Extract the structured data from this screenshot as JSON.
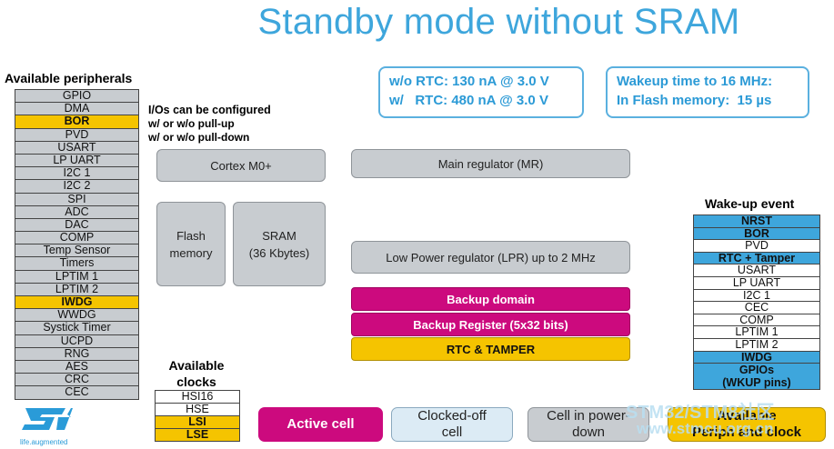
{
  "title": "Standby mode without SRAM",
  "peripherals": {
    "heading": "Available peripherals",
    "items": [
      {
        "label": "GPIO",
        "highlight": false
      },
      {
        "label": "DMA",
        "highlight": false
      },
      {
        "label": "BOR",
        "highlight": true
      },
      {
        "label": "PVD",
        "highlight": false
      },
      {
        "label": "USART",
        "highlight": false
      },
      {
        "label": "LP UART",
        "highlight": false
      },
      {
        "label": "I2C 1",
        "highlight": false
      },
      {
        "label": "I2C 2",
        "highlight": false
      },
      {
        "label": "SPI",
        "highlight": false
      },
      {
        "label": "ADC",
        "highlight": false
      },
      {
        "label": "DAC",
        "highlight": false
      },
      {
        "label": "COMP",
        "highlight": false
      },
      {
        "label": "Temp Sensor",
        "highlight": false
      },
      {
        "label": "Timers",
        "highlight": false
      },
      {
        "label": "LPTIM 1",
        "highlight": false
      },
      {
        "label": "LPTIM 2",
        "highlight": false
      },
      {
        "label": "IWDG",
        "highlight": true
      },
      {
        "label": "WWDG",
        "highlight": false
      },
      {
        "label": "Systick Timer",
        "highlight": false
      },
      {
        "label": "UCPD",
        "highlight": false
      },
      {
        "label": "RNG",
        "highlight": false
      },
      {
        "label": "AES",
        "highlight": false
      },
      {
        "label": "CRC",
        "highlight": false
      },
      {
        "label": "CEC",
        "highlight": false
      }
    ]
  },
  "io_note": {
    "line1": "I/Os can be configured",
    "line2": "w/ or w/o pull-up",
    "line3": "w/ or w/o pull-down"
  },
  "power_box": {
    "line1": "w/o RTC: 130 nA @ 3.0 V",
    "line2": "w/   RTC: 480 nA @ 3.0 V"
  },
  "wakeup_box": {
    "line1": "Wakeup time to 16 MHz:",
    "line2": "In Flash memory:  15 µs"
  },
  "blocks": {
    "cortex": "Cortex M0+",
    "flash_line1": "Flash",
    "flash_line2": "memory",
    "sram_line1": "SRAM",
    "sram_line2": "(36 Kbytes)",
    "main_reg": "Main regulator (MR)",
    "lpr": "Low Power regulator (LPR) up to 2 MHz",
    "backup_domain": "Backup domain",
    "backup_register": "Backup Register (5x32 bits)",
    "rtc_tamper": "RTC & TAMPER"
  },
  "wakeup_events": {
    "heading": "Wake-up event",
    "items": [
      {
        "label": "NRST",
        "style": "blue"
      },
      {
        "label": "BOR",
        "style": "blue"
      },
      {
        "label": "PVD",
        "style": "plain"
      },
      {
        "label": "RTC + Tamper",
        "style": "blue"
      },
      {
        "label": "USART",
        "style": "plain"
      },
      {
        "label": "LP UART",
        "style": "plain"
      },
      {
        "label": "I2C 1",
        "style": "plain"
      },
      {
        "label": "CEC",
        "style": "plain"
      },
      {
        "label": "COMP",
        "style": "plain"
      },
      {
        "label": "LPTIM 1",
        "style": "plain"
      },
      {
        "label": "LPTIM 2",
        "style": "plain"
      },
      {
        "label": "IWDG",
        "style": "blue"
      }
    ],
    "gpio_line1": "GPIOs",
    "gpio_line2": "(WKUP pins)"
  },
  "clocks": {
    "heading_line1": "Available",
    "heading_line2": "clocks",
    "items": [
      {
        "label": "HSI16",
        "highlight": false
      },
      {
        "label": "HSE",
        "highlight": false
      },
      {
        "label": "LSI",
        "highlight": true
      },
      {
        "label": "LSE",
        "highlight": true
      }
    ]
  },
  "legend": {
    "active": "Active cell",
    "clocked_off_line1": "Clocked-off",
    "clocked_off_line2": "cell",
    "power_down_line1": "Cell in power-",
    "power_down_line2": "down",
    "available_line1": "Available",
    "available_line2": "Periph and clock"
  },
  "logo": {
    "name": "st-logo",
    "tagline": "life.augmented"
  },
  "watermark": {
    "line1": "STM32/STM8社区",
    "line2": "www.stmcu.org.cn"
  },
  "colors": {
    "accent_blue": "#3ea6dc",
    "magenta": "#cc0a7e",
    "yellow": "#f5c400",
    "gray": "#c8ccd0",
    "light_blue": "#dcebf5"
  }
}
